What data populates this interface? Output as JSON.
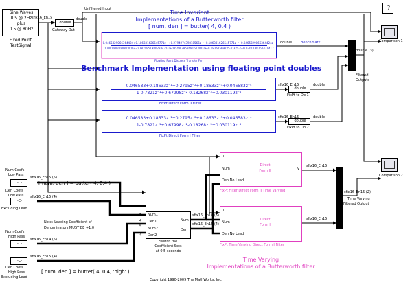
{
  "source": {
    "line1": "Sine Waves",
    "line2": "0.5 @ 2Hz",
    "line3": "plus",
    "line4": "0.5 @ 80Hz",
    "cap1": "Fixed Point",
    "cap2": "TestSignal"
  },
  "sig_sfix": "sfix16_En15",
  "unfiltered": "Unfiltered Input",
  "gateway": {
    "label": "double",
    "caption": "Gateway Out",
    "out": "double"
  },
  "help": "?",
  "ti_title1": "Time Invariant",
  "ti_title2": "Implementations of a Butterworth filter",
  "ti_title3": "[ num, den ] = butter( 4, 0.4 )",
  "floatTF": {
    "num": "0.0465829066364424+0.186331626545771z⁻¹+0.279497439818566z⁻²+0.186331626545771z⁻³+0.0465829066364424z⁻⁴",
    "den": "1.000000000000000+-0.782095198023342z⁻¹+0.679978526916030z⁻²+-0.182675697753032z⁻³+0.0301188750431417",
    "caption": "Floating Point Discrete Transfer Fcn",
    "out": "double",
    "bench": "Benchmark"
  },
  "bench_impl": "Benchmark Implementation using floating point doubles",
  "fix2": {
    "num": "0.046583+0.18633z⁻¹+0.2795z⁻²+0.18633z⁻³+0.046583z⁻⁴",
    "den": "1-0.7821z⁻¹+0.67998z⁻²-0.18268z⁻³+0.030119z⁻⁴",
    "caption": "FixPt Direct Form II Filter"
  },
  "fix1": {
    "num": "0.046583+0.18633z⁻¹+0.2795z⁻²+0.18633z⁻³+0.046583z⁻⁴",
    "den": "1-0.7821z⁻¹+0.67998z⁻²-0.18268z⁻³+0.030119z⁻⁴",
    "caption": "FixPt Direct Form I Filter"
  },
  "dbl1": {
    "label": "double",
    "cap": "FixPt to Dbl1",
    "out": "double"
  },
  "dbl2": {
    "label": "double",
    "cap": "FixPt to Dbl2",
    "out": "double"
  },
  "mux1": {
    "n": "3",
    "cap1": "double (3)",
    "cap2": "Filtered",
    "cap3": "Outputs"
  },
  "comp1": "Comparison 1",
  "comp2": "Comparison 2",
  "coefs": {
    "numLowA": "Num Coefs",
    "numLowB": "Low Pass",
    "denLowA": "Den Coefs",
    "denLowB": "Low Pass",
    "denLowC": "Excluding Lead",
    "numHighA": "Num Coefs",
    "numHighB": "High Pass",
    "denHighA": "Den Coefs",
    "denHighB": "High Pass",
    "denHighC": "Excluding Lead",
    "k": "-C-",
    "s1": "sfix16_En15 (5)",
    "s2": "sfix16_En15 (4)",
    "s3": "sfix16_En14 (5)",
    "s4": "sfix16_En15 (4)"
  },
  "butter_low": "[ num, den ] = butter( 4, 0.4 )",
  "butter_high": "[ num, den ] = butter( 4, 0.4, 'high' )",
  "note1": "Note: Leading Coefficient of",
  "note2": "Denominators MUST BE +1.0",
  "switch": {
    "p1": "Num1",
    "p2": "Den1",
    "p3": "Num2",
    "p4": "Den2",
    "o1": "Num",
    "o2": "Den",
    "c1": "Switch the",
    "c2": "Coefficient Sets",
    "c3": "at 0.5 seconds"
  },
  "sw_out1": "sfix16_En14 (5)",
  "sw_out2": "sfix16_En15 (4)",
  "tvf2": {
    "u": "u",
    "num": "Num",
    "den": "Den No Lead",
    "name1": "Direct",
    "name2": "Form II",
    "y": "y",
    "cap": "FixPt Filter Direct Form II Time Varying"
  },
  "tvf1": {
    "u": "u",
    "num": "Num",
    "den": "Den No Lead",
    "name1": "Direct",
    "name2": "Form I",
    "cap": "FixPt Time Varying Direct Form I Filter"
  },
  "tv_out": {
    "a": "sfix16_En15",
    "b": "sfix16_En15",
    "mux": "sfix16_En15 (2)",
    "cap1": "Time Varying",
    "cap2": "Filtered Output"
  },
  "tv_title1": "Time Varying",
  "tv_title2": "Implementations of a Butterworth filter",
  "nums": {
    "five": "5",
    "four": "4",
    "two": "2"
  },
  "copyright": "Copyright 1990-2009 The MathWorks, Inc."
}
